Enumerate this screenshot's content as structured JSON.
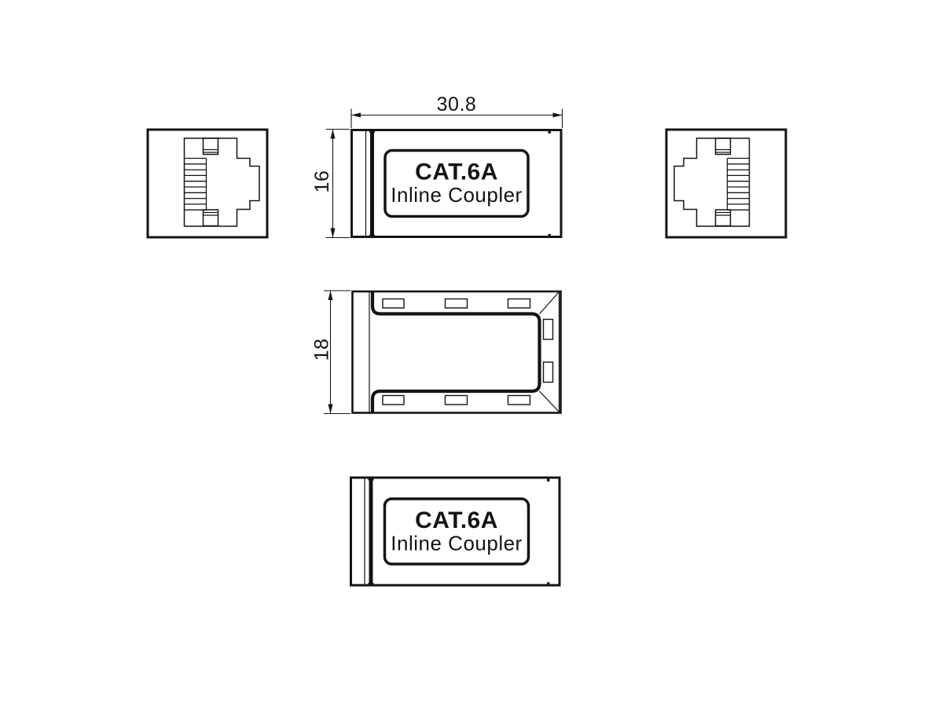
{
  "page": {
    "background": "#ffffff",
    "line_color": "#141414"
  },
  "label_plate": {
    "title": "CAT.6A",
    "subtitle": "Inline Coupler"
  },
  "dimensions": {
    "width": "30.8",
    "height": "16",
    "depth": "18"
  }
}
